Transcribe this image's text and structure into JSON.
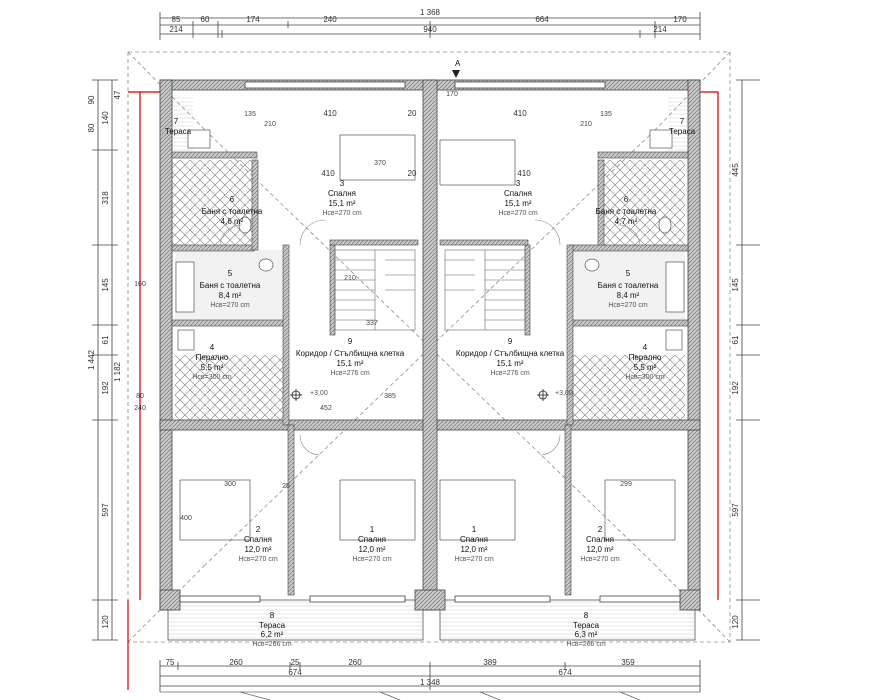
{
  "colors": {
    "wall": "#555555",
    "wall_fill": "#9a9a9a",
    "line": "#444444",
    "axis_red": "#d40000",
    "dash": "#8c8c8c"
  },
  "dims_top": {
    "row1": [
      "1 368"
    ],
    "row2": [
      "85",
      "60",
      "174",
      "240",
      "664",
      "170"
    ],
    "row3": [
      "214",
      "940",
      "214"
    ],
    "inner": [
      "410",
      "20",
      "410",
      "410",
      "20",
      "410"
    ],
    "small": [
      "135",
      "210",
      "135",
      "210"
    ]
  },
  "dims_bottom": {
    "row1": [
      "75",
      "260",
      "25",
      "260",
      "389",
      "359"
    ],
    "row2": [
      "674",
      "674"
    ],
    "row3": [
      "1 348"
    ]
  },
  "dims_left": [
    "140",
    "90",
    "318",
    "145",
    "61",
    "192",
    "1 442",
    "1 182",
    "597",
    "120",
    "80",
    "47"
  ],
  "dims_right": [
    "445",
    "145",
    "61",
    "192",
    "597",
    "120"
  ],
  "plan_misc": [
    "+3,00",
    "+3,00",
    "240",
    "80",
    "160",
    "25",
    "385",
    "452",
    "300",
    "299",
    "400",
    "170",
    "210",
    "337",
    "370"
  ],
  "rooms": [
    {
      "num": "7",
      "name": "Тераса",
      "area": "",
      "hc": ""
    },
    {
      "num": "6",
      "name": "Баня с тоалетна",
      "area": "4,6 m²",
      "hc": ""
    },
    {
      "num": "5",
      "name": "Баня с тоалетна",
      "area": "8,4 m²",
      "hc": "Нсв=270 cm"
    },
    {
      "num": "3",
      "name": "Спалня",
      "area": "15,1 m²",
      "hc": "Нсв=270 cm"
    },
    {
      "num": "4",
      "name": "Перално",
      "area": "5,5 m²",
      "hc": "Нсв=300 cm"
    },
    {
      "num": "9",
      "name": "Коридор / Стълбищна клетка",
      "area": "15,1 m²",
      "hc": "Нсв=276 cm"
    },
    {
      "num": "2",
      "name": "Спалня",
      "area": "12,0 m²",
      "hc": "Нсв=270 cm"
    },
    {
      "num": "1",
      "name": "Спалня",
      "area": "12,0 m²",
      "hc": "Нсв=270 cm"
    },
    {
      "num": "8",
      "name": "Тераса",
      "area": "6,2 m²",
      "hc": "Нсв=266 cm"
    },
    {
      "num": "3",
      "name": "Спалня",
      "area": "15,1 m²",
      "hc": "Нсв=270 cm"
    },
    {
      "num": "6",
      "name": "Баня с тоалетна",
      "area": "4,7 m²",
      "hc": ""
    },
    {
      "num": "7",
      "name": "Тераса",
      "area": "",
      "hc": ""
    },
    {
      "num": "5",
      "name": "Баня с тоалетна",
      "area": "8,4 m²",
      "hc": "Нсв=270 cm"
    },
    {
      "num": "9",
      "name": "Коридор / Стълбищна клетка",
      "area": "15,1 m²",
      "hc": "Нсв=276 cm"
    },
    {
      "num": "4",
      "name": "Перално",
      "area": "5,5 m²",
      "hc": "Нсв=300 cm"
    },
    {
      "num": "1",
      "name": "Спалня",
      "area": "12,0 m²",
      "hc": "Нсв=270 cm"
    },
    {
      "num": "2",
      "name": "Спалня",
      "area": "12,0 m²",
      "hc": "Нсв=270 cm"
    },
    {
      "num": "8",
      "name": "Тераса",
      "area": "6,3 m²",
      "hc": "Нсв=266 cm"
    }
  ],
  "section_mark": "A"
}
